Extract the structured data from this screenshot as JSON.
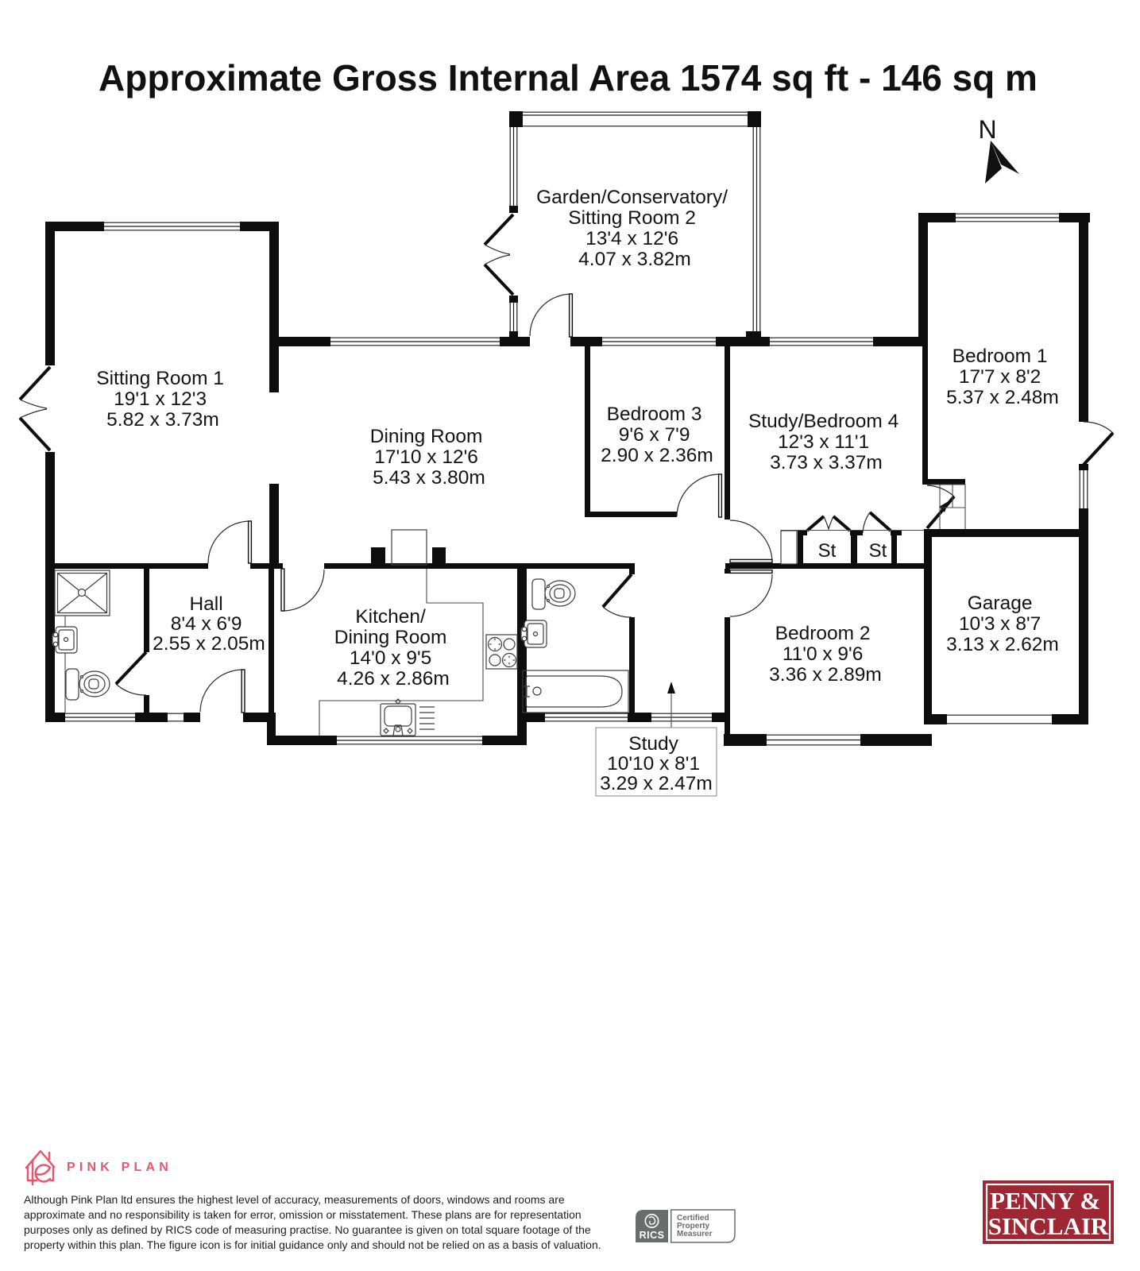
{
  "title": "Approximate Gross Internal Area 1574 sq ft - 146 sq m",
  "north_label": "N",
  "rooms": [
    {
      "id": "conservatory",
      "lines": [
        "Garden/Conservatory/",
        "Sitting Room 2",
        "13'4 x 12'6",
        "4.07 x 3.82m"
      ]
    },
    {
      "id": "sitting-room-1",
      "lines": [
        "Sitting Room 1",
        "19'1 x 12'3",
        "5.82 x 3.73m"
      ]
    },
    {
      "id": "dining-room",
      "lines": [
        "Dining Room",
        "17'10 x 12'6",
        "5.43 x 3.80m"
      ]
    },
    {
      "id": "bedroom-3",
      "lines": [
        "Bedroom 3",
        "9'6 x 7'9",
        "2.90 x 2.36m"
      ]
    },
    {
      "id": "study-bedroom-4",
      "lines": [
        "Study/Bedroom 4",
        "12'3 x 11'1",
        "3.73 x 3.37m"
      ]
    },
    {
      "id": "bedroom-1",
      "lines": [
        "Bedroom 1",
        "17'7 x 8'2",
        "5.37 x 2.48m"
      ]
    },
    {
      "id": "hall",
      "lines": [
        "Hall",
        "8'4 x 6'9",
        "2.55 x 2.05m"
      ]
    },
    {
      "id": "kitchen-dining",
      "lines": [
        "Kitchen/",
        "Dining Room",
        "14'0 x 9'5",
        "4.26 x 2.86m"
      ]
    },
    {
      "id": "bedroom-2",
      "lines": [
        "Bedroom 2",
        "11'0 x 9'6",
        "3.36 x 2.89m"
      ]
    },
    {
      "id": "garage",
      "lines": [
        "Garage",
        "10'3 x 8'7",
        "3.13 x 2.62m"
      ]
    },
    {
      "id": "study",
      "lines": [
        "Study",
        "10'10 x 8'1",
        "3.29 x 2.47m"
      ]
    }
  ],
  "closets": {
    "st1": "St",
    "st2": "St"
  },
  "footer": {
    "brand": {
      "name": "PINK PLAN",
      "color": "#ea5870"
    },
    "disclaimer_lines": [
      "Although Pink Plan ltd ensures the highest level of accuracy, measurements of doors, windows and rooms are",
      "approximate and no responsibility is taken for error, omission or misstatement. These plans are for representation",
      "purposes only as defined by RICS code of measuring practise. No guarantee is given on total square footage of the",
      "property within this plan. The figure icon is for initial guidance only and should not be relied on as a basis of valuation."
    ],
    "rics": {
      "name": "RICS",
      "lines": [
        "Certified",
        "Property",
        "Measurer"
      ],
      "color": "#6b6c6e"
    },
    "agent": {
      "line1": "PENNY &",
      "line2": "SINCLAIR",
      "bg": "#9e2733"
    }
  }
}
